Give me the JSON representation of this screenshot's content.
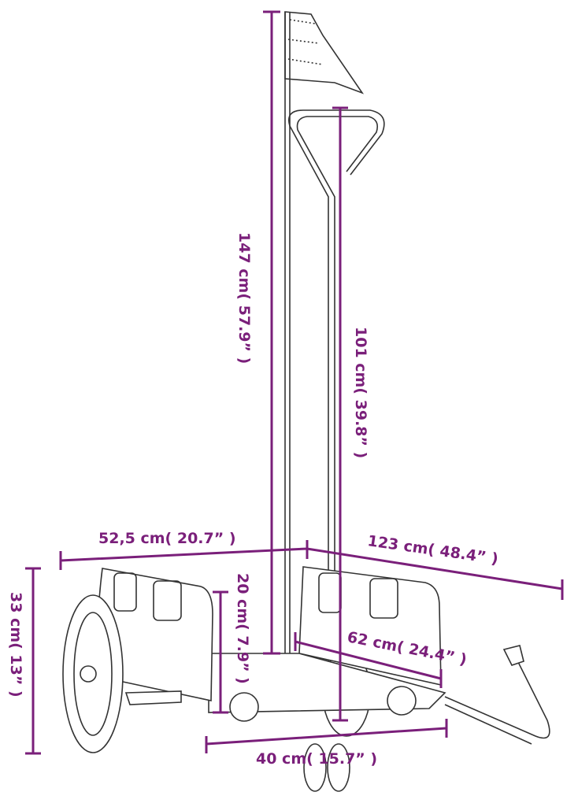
{
  "title": "Bike trailer dimensions",
  "accent_color": "#7a1f7a",
  "dimensions": {
    "total_height": "147 cm( 57.9” )",
    "handle_height": "101 cm( 39.8” )",
    "wheel_height": "33 cm( 13” )",
    "box_height": "20 cm( 7.9” )",
    "total_width": "52,5 cm( 20.7” )",
    "total_length": "123 cm( 48.4” )",
    "box_length": "62 cm( 24.4” )",
    "box_width": "40 cm( 15.7” )"
  }
}
